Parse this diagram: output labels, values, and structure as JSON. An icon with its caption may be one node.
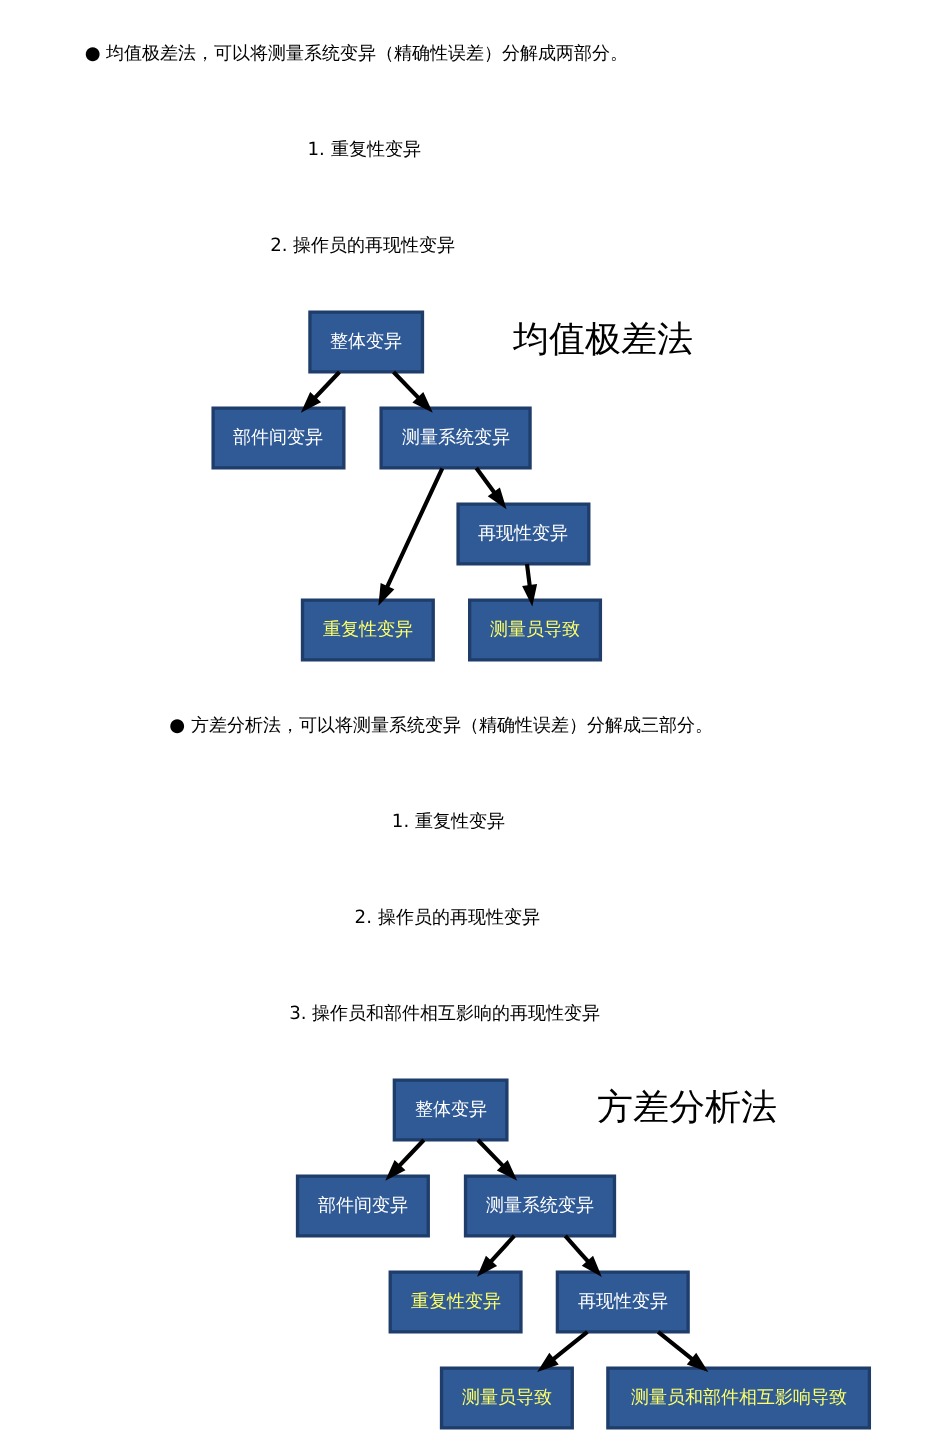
{
  "diagram": {
    "nodes": [
      {
        "text": [
          "整体变异"
        ]
      },
      {
        "text": [
          "部件间变异"
        ]
      },
      {
        "text": [
          "测量系统变异"
        ]
      },
      {
        "text": [
          "重复性变异"
        ]
      },
      {
        "text": [
          "再现性变异"
        ]
      },
      {
        "text": [
          "测量员导致"
        ]
      },
      {
        "text": [
          "整体变异"
        ]
      },
      {
        "text": [
          "部件间变异"
        ]
      },
      {
        "text": [
          "测量系统变异"
        ]
      },
      {
        "text": [
          "重复性变异"
        ]
      },
      {
        "text": [
          "再现性变异"
        ]
      },
      {
        "text": [
          "测量员导致"
        ]
      },
      {
        "text": [
          "测量员和部件相互影响导致"
        ]
      }
    ],
    "edges": [
      {
        "from": 0,
        "to": 1,
        "arrow": "to"
      },
      {
        "from": 0,
        "to": 2,
        "arrow": "to"
      },
      {
        "from": 2,
        "to": 3,
        "arrow": "to"
      },
      {
        "from": 2,
        "to": 4,
        "arrow": "to"
      },
      {
        "from": 4,
        "to": 5,
        "arrow": "to"
      },
      {
        "from": 6,
        "to": 7,
        "arrow": "to"
      },
      {
        "from": 6,
        "to": 8,
        "arrow": "to"
      },
      {
        "from": 8,
        "to": 9,
        "arrow": "to"
      },
      {
        "from": 8,
        "to": 10,
        "arrow": "to"
      },
      {
        "from": 10,
        "to": 11,
        "arrow": "to"
      },
      {
        "from": 10,
        "to": 12,
        "arrow": "to"
      }
    ],
    "labels": [
      "● 均值极差法，可以将测量系统变异（精确性误差）分解成两部分。",
      "1. 重复性变异",
      "2. 操作员的再现性变异",
      "均值极差法",
      "● 方差分析法，可以将测量系统变异（精确性误差）分解成三部分。",
      "1. 重复性变异",
      "2. 操作员的再现性变异",
      "3. 操作员和部件相互影响的再现性变异",
      "方差分析法"
    ]
  }
}
